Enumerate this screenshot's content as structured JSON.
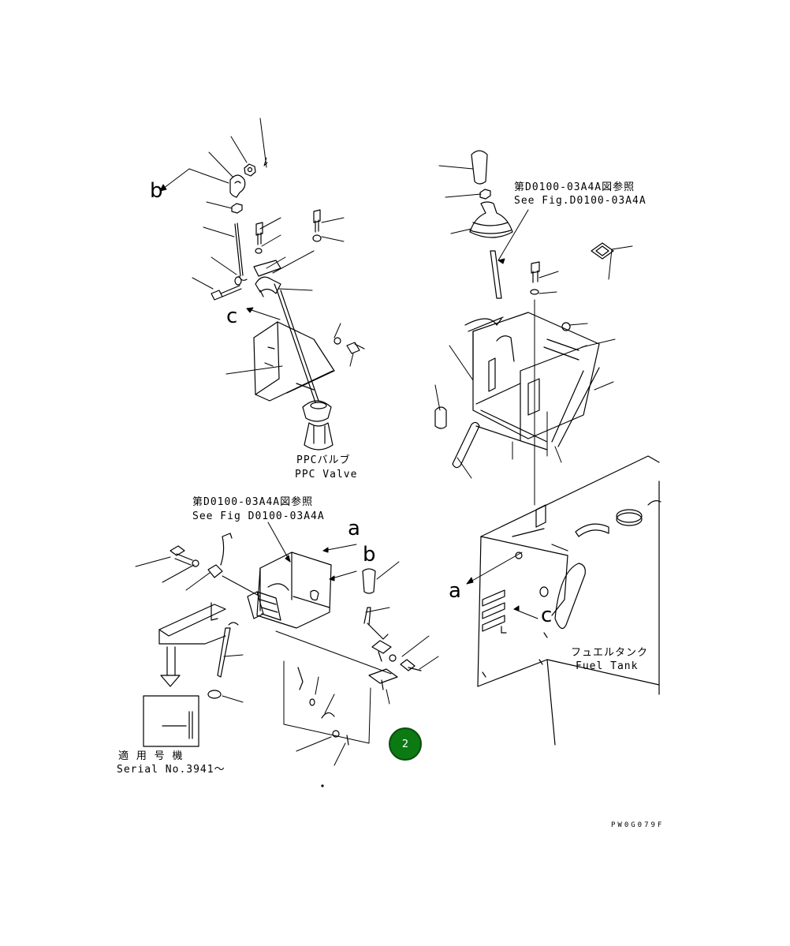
{
  "references": {
    "top_right_jp": "第D0100-03A4A図参照",
    "top_right_en": "See Fig.D0100-03A4A",
    "mid_left_jp": "第D0100-03A4A図参照",
    "mid_left_en": "See Fig D0100-03A4A"
  },
  "ppc_valve": {
    "jp": "PPCバルブ",
    "en": "PPC Valve"
  },
  "fuel_tank": {
    "jp": "フュエルタンク",
    "en": "Fuel Tank"
  },
  "serial": {
    "jp": "適 用 号 機",
    "en": "Serial No.3941～"
  },
  "view_markers": {
    "b_top": "b",
    "c_top": "c",
    "a_mid": "a",
    "b_mid": "b",
    "a_right": "a",
    "c_right": "c"
  },
  "drawing_code": "PW0G079F",
  "callout_badge": "2",
  "colors": {
    "badge_fill": "#0b7a12",
    "line": "#000000",
    "background": "#ffffff"
  }
}
